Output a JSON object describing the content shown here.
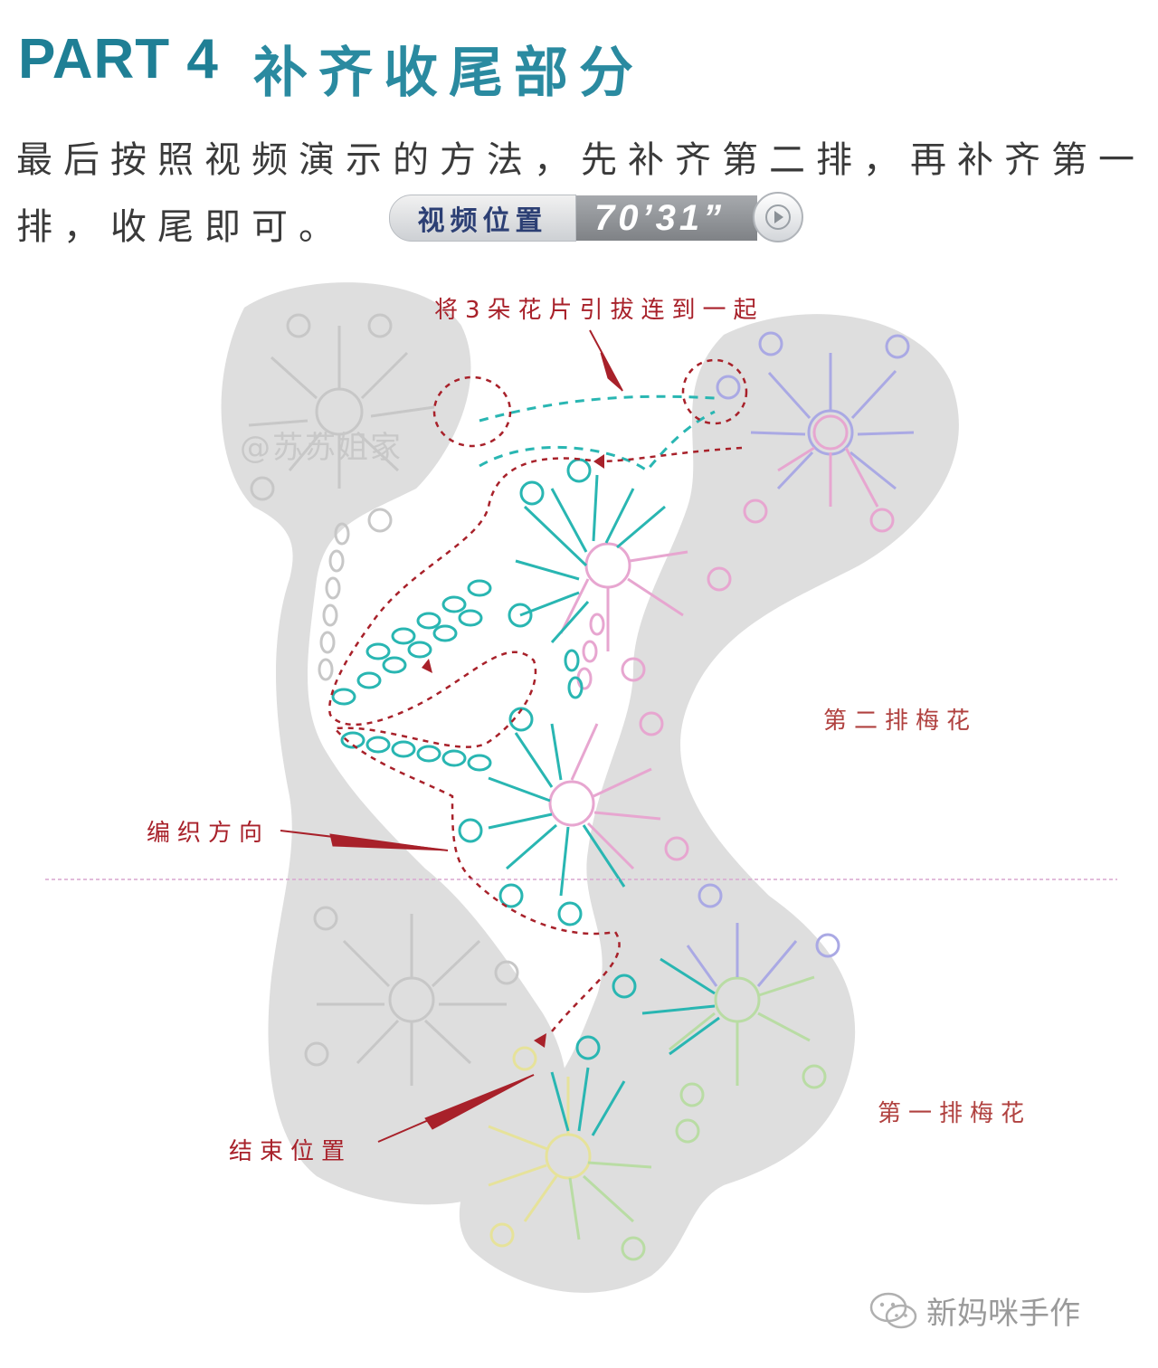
{
  "header": {
    "part_label": "PART 4",
    "title": "补齐收尾部分"
  },
  "instruction": {
    "text": "最后按照视频演示的方法，先补齐第二排，再补齐第一排，收尾即可。"
  },
  "video_badge": {
    "label": "视频位置",
    "time": "70’31”",
    "icon": "play-icon"
  },
  "diagram": {
    "annotations": {
      "join_three": "将3朵花片引拔连到一起",
      "direction": "编织方向",
      "end_position": "结束位置",
      "row_two": "第二排梅花",
      "row_one": "第一排梅花"
    },
    "watermark": "@苏苏姐家",
    "colors": {
      "teal": "#29b6b2",
      "annotation_red": "#a8212a",
      "gray_shape": "#dedede",
      "pink": "#e7a6d0",
      "lavender": "#aaa9e4",
      "green": "#b9dca4",
      "yellow": "#e6e29a",
      "header_blue": "#1f7f95"
    }
  },
  "brand": {
    "name": "新妈咪手作",
    "icon": "wechat-icon"
  }
}
